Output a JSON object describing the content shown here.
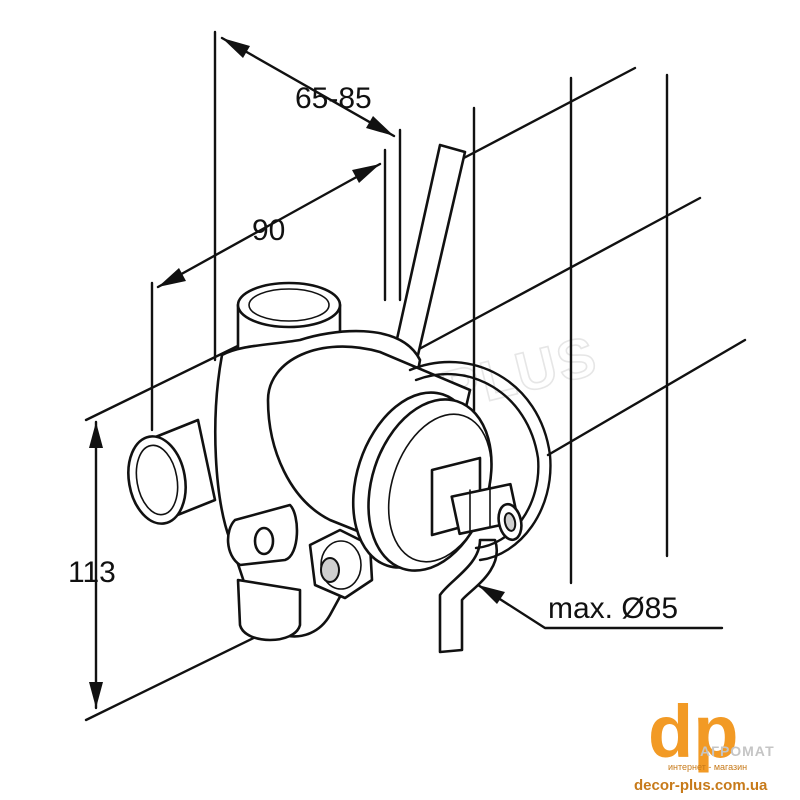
{
  "dimensions": {
    "depth_range": "65-85",
    "width": "90",
    "height": "113",
    "max_diameter": "max. Ø85"
  },
  "watermark": "DECOR PLUS",
  "logo": {
    "letters": "dp",
    "brand": "АГРОМАТ",
    "tagline": "интернет - магазин",
    "site": "decor-plus.com.ua"
  },
  "colors": {
    "line": "#111111",
    "logo_orange": "#f29a25",
    "logo_text": "#c77a1a"
  }
}
